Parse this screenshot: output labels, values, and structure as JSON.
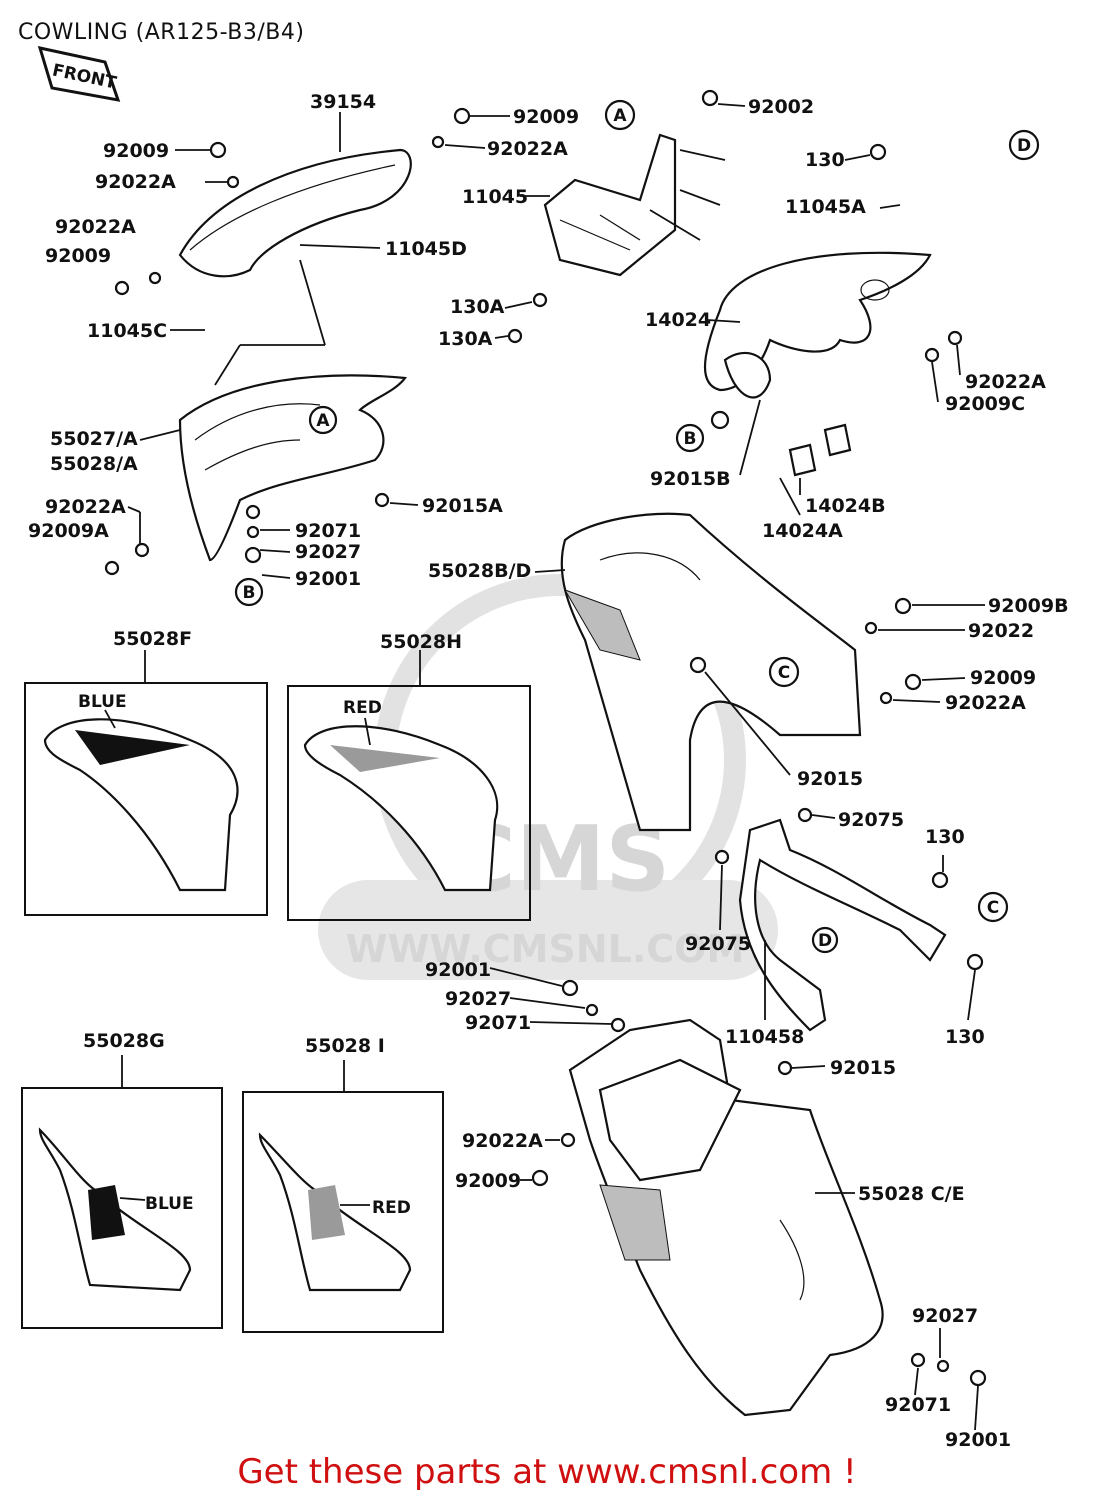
{
  "title": "COWLING (AR125-B3/B4)",
  "front_label": "FRONT",
  "watermark": {
    "brand": "CMS",
    "url": "WWW.CMSNL.COM"
  },
  "footer": "Get these parts at www.cmsnl.com !",
  "ref_letters": {
    "a": "A",
    "b": "B",
    "c": "C",
    "d": "D"
  },
  "labels": {
    "p39154": "39154",
    "p92009_top": "92009",
    "p92022a_top": "92022A",
    "p92002": "92002",
    "p130_d": "130",
    "p11045a": "11045A",
    "p92009_left": "92009",
    "p92022a_left": "92022A",
    "p11045": "11045",
    "p92022a_l2": "92022A",
    "p92009_l2": "92009",
    "p11045d": "11045D",
    "p130a_1": "130A",
    "p130a_2": "130A",
    "p14024": "14024",
    "p11045c": "11045C",
    "p92022a_r": "92022A",
    "p92009c": "92009C",
    "p55027a": "55027/A",
    "p55028a": "55028/A",
    "p92015b": "92015B",
    "p14024b": "14024B",
    "p14024a": "14024A",
    "p92022a_l3": "92022A",
    "p92009a": "92009A",
    "p92071_a": "92071",
    "p92027_a": "92027",
    "p92001_a": "92001",
    "p92015a": "92015A",
    "p55028bd": "55028B/D",
    "p92009b": "92009B",
    "p92022": "92022",
    "p92009_r2": "92009",
    "p92022a_r2": "92022A",
    "p55028f": "55028F",
    "p55028h": "55028H",
    "blue_f": "BLUE",
    "red_h": "RED",
    "p92015": "92015",
    "p92075_a": "92075",
    "p130_a": "130",
    "p92075_b": "92075",
    "p92001_b": "92001",
    "p92027_b": "92027",
    "p92071_b": "92071",
    "p110458": "110458",
    "p130_b": "130",
    "p55028g": "55028G",
    "p55028i": "55028 I",
    "p92015_b": "92015",
    "p92022a_b": "92022A",
    "p92009_b": "92009",
    "blue_g": "BLUE",
    "red_i": "RED",
    "p55028ce": "55028 C/E",
    "p92027_c": "92027",
    "p92071_c": "92071",
    "p92001_c": "92001"
  }
}
